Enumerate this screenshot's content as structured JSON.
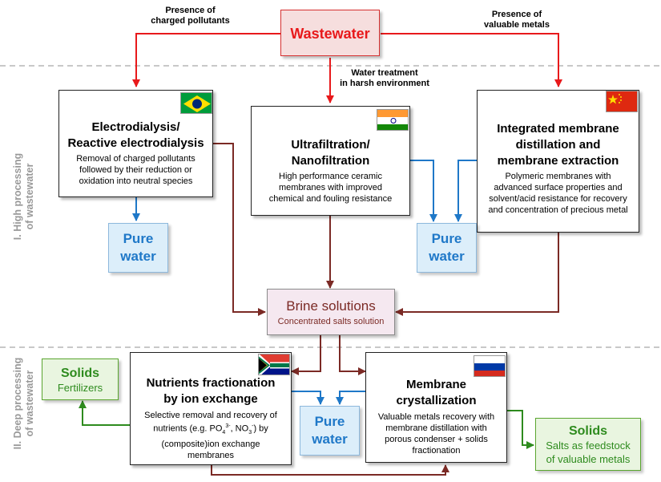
{
  "wastewater": "Wastewater",
  "labels": {
    "charged": [
      "Presence of",
      "charged pollutants"
    ],
    "water_treatment": [
      "Water treatment",
      "in harsh environment"
    ],
    "valuable": [
      "Presence of",
      "valuable metals"
    ]
  },
  "sections": {
    "high": [
      "I. High processing",
      "of wastewater"
    ],
    "deep": [
      "II. Deep processing",
      "of wastewater"
    ]
  },
  "electro": {
    "title": [
      "Electrodialysis/",
      "Reactive electrodialysis"
    ],
    "desc": [
      "Removal of charged pollutants",
      "followed by their reduction or",
      "oxidation into neutral species"
    ]
  },
  "ultra": {
    "title": [
      "Ultrafiltration/",
      "Nanofiltration"
    ],
    "desc": [
      "High performance ceramic",
      "membranes with improved",
      "chemical and fouling resistance"
    ]
  },
  "integrated": {
    "title": [
      "Integrated membrane",
      "distillation and",
      "membrane extraction"
    ],
    "desc": [
      "Polymeric membranes with",
      "advanced surface properties and",
      "solvent/acid resistance for recovery",
      "and concentration of precious metal"
    ]
  },
  "pure_water": [
    "Pure",
    "water"
  ],
  "brine": {
    "title": "Brine solutions",
    "sub": "Concentrated salts solution"
  },
  "nutrients": {
    "title": [
      "Nutrients fractionation",
      "by ion exchange"
    ],
    "desc_1": "Selective removal and recovery of",
    "desc_2_pre": "nutrients (e.g. PO",
    "desc_2_sub1": "4",
    "desc_2_sup1": "3-",
    "desc_2_mid": ", NO",
    "desc_2_sub2": "3",
    "desc_2_sup2": "-",
    "desc_2_post": ") by",
    "desc_3": "(composite)ion exchange",
    "desc_4": "membranes"
  },
  "crystal": {
    "title": [
      "Membrane",
      "crystallization"
    ],
    "desc": [
      "Valuable metals recovery with",
      "membrane distillation with",
      "porous condenser + solids",
      "fractionation"
    ]
  },
  "solids_left": {
    "title": "Solids",
    "sub": "Fertilizers"
  },
  "solids_right": {
    "title": "Solids",
    "sub": [
      "Salts as feedstock",
      "of valuable metals"
    ]
  },
  "flags": [
    "brazil-flag",
    "india-flag",
    "china-flag",
    "south-africa-flag",
    "russia-flag"
  ],
  "colors": {
    "red": "#e8191b",
    "brown": "#7b2a25",
    "blue": "#1f78c8",
    "green": "#2e8b1e"
  }
}
